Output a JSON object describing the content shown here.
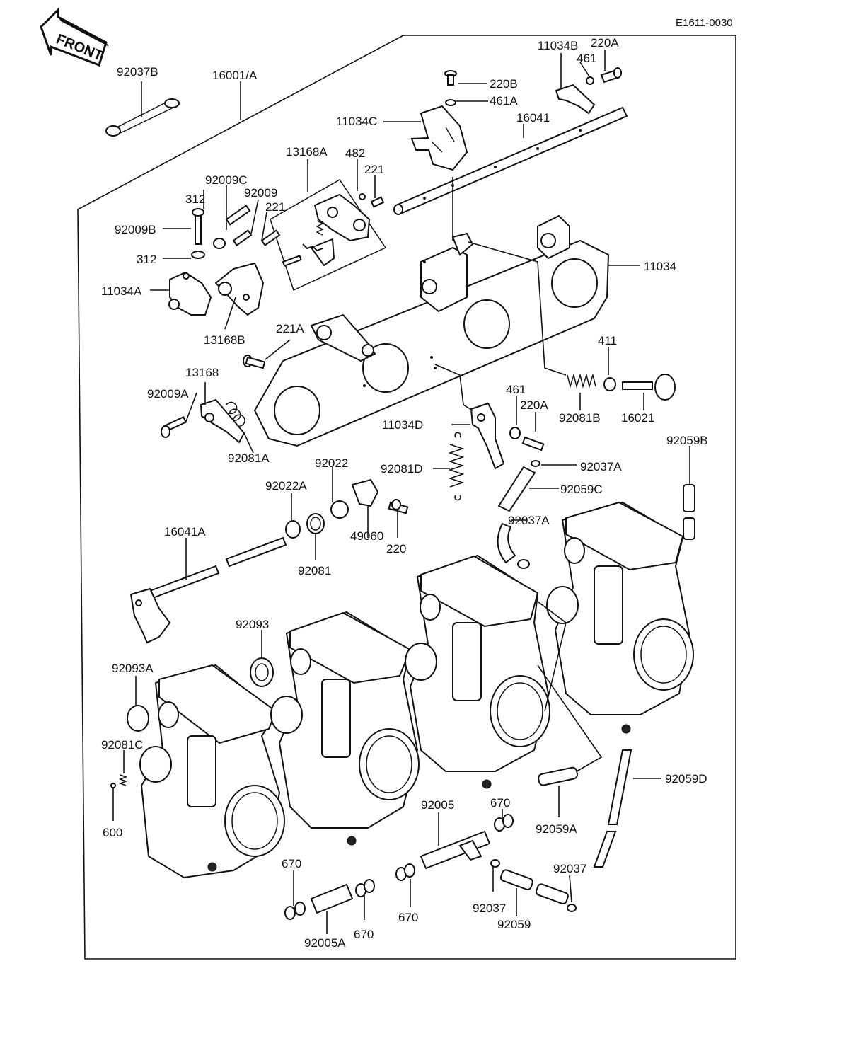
{
  "diagram": {
    "reference_code": "E1611-0030",
    "front_arrow_label": "FRONT",
    "labels": {
      "l_92037B": "92037B",
      "l_16001A": "16001/A",
      "l_11034B": "11034B",
      "l_220A_top": "220A",
      "l_461_top": "461",
      "l_220B": "220B",
      "l_461A": "461A",
      "l_11034C": "11034C",
      "l_16041": "16041",
      "l_13168A": "13168A",
      "l_482": "482",
      "l_221_a": "221",
      "l_92009C": "92009C",
      "l_92009": "92009",
      "l_221_b": "221",
      "l_312_a": "312",
      "l_92009B": "92009B",
      "l_312_b": "312",
      "l_11034A": "11034A",
      "l_11034": "11034",
      "l_13168B": "13168B",
      "l_221A": "221A",
      "l_411": "411",
      "l_13168": "13168",
      "l_92009A": "92009A",
      "l_461_mid": "461",
      "l_220A_mid": "220A",
      "l_92081B": "92081B",
      "l_16021": "16021",
      "l_11034D": "11034D",
      "l_92081A": "92081A",
      "l_92059B": "92059B",
      "l_92037A_a": "92037A",
      "l_92022": "92022",
      "l_92081D": "92081D",
      "l_92022A": "92022A",
      "l_92059C": "92059C",
      "l_92037A_b": "92037A",
      "l_16041A": "16041A",
      "l_49060": "49060",
      "l_220": "220",
      "l_92081": "92081",
      "l_92093": "92093",
      "l_92093A": "92093A",
      "l_92081C": "92081C",
      "l_600": "600",
      "l_92005": "92005",
      "l_670_a": "670",
      "l_92059D": "92059D",
      "l_92059A": "92059A",
      "l_670_b": "670",
      "l_92037_a": "92037",
      "l_670_c": "670",
      "l_92037_b": "92037",
      "l_92059": "92059",
      "l_670_d": "670",
      "l_92005A": "92005A"
    }
  }
}
